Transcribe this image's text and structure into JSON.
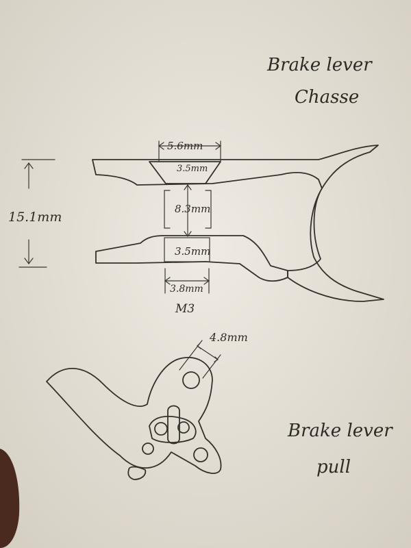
{
  "sheet": {
    "paper_color": "#e9e5dc",
    "shadow_color": "#cfc9bd",
    "pencil_color": "#34302b"
  },
  "chassis": {
    "title_line1": "Brake lever",
    "title_line2": "Chasse",
    "height_label": "15.1mm",
    "top_width_label": "5.6mm",
    "top_slot_label": "3.5mm",
    "gap_label": "8.3mm",
    "bottom_slot_label": "3.5mm",
    "bottom_width_label": "3.8mm",
    "thread_label": "M3"
  },
  "pull": {
    "title_line1": "Brake lever",
    "title_line2": "pull",
    "hole_label": "4.8mm"
  }
}
